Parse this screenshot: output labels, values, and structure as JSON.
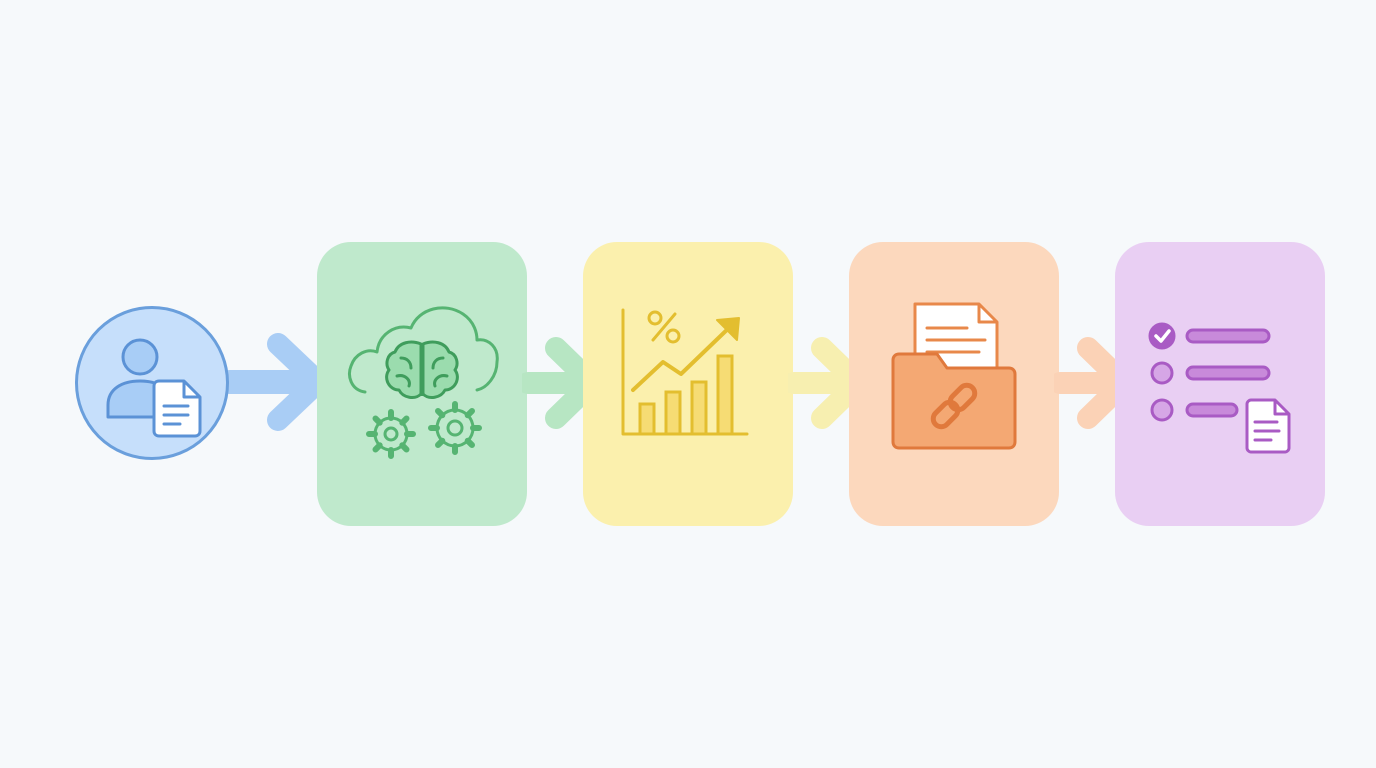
{
  "flow": {
    "steps": [
      {
        "id": "user-document",
        "icon": "user-with-document-icon",
        "color": "#6a9fdc"
      },
      {
        "id": "ai-processing",
        "icon": "cloud-brain-gears-icon",
        "color": "#5cb676"
      },
      {
        "id": "analytics",
        "icon": "rising-bar-chart-percent-icon",
        "color": "#e8c436"
      },
      {
        "id": "linked-files",
        "icon": "folder-link-document-icon",
        "color": "#ea8f53"
      },
      {
        "id": "checklist-report",
        "icon": "checklist-document-icon",
        "color": "#b064c8"
      }
    ],
    "connectors": [
      {
        "from": "user-document",
        "to": "ai-processing",
        "color": "#a9cdf5"
      },
      {
        "from": "ai-processing",
        "to": "analytics",
        "color": "#b7e6c3"
      },
      {
        "from": "analytics",
        "to": "linked-files",
        "color": "#f7efb0"
      },
      {
        "from": "linked-files",
        "to": "checklist-report",
        "color": "#fbd2b6"
      }
    ]
  }
}
